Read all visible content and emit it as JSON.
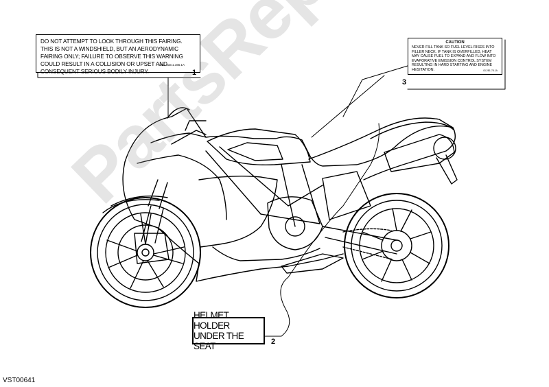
{
  "labels": {
    "fairing_warning": {
      "text": "DO NOT ATTEMPT TO LOOK THROUGH THIS FAIRING. THIS IS NOT A WINDSHIELD, BUT AN AERODYNAMIC FAIRING ONLY; FAILURE TO OBSERVE THIS WARNING COULD RESULT IN A COLLISION OR UPSET AND CONSEQUENT SERIOUS BODILY INJURY.",
      "code": "Cod. 433.1.165.1A",
      "number": "1"
    },
    "helmet_holder": {
      "line1": "HELMET HOLDER",
      "line2": "UNDER THE SEAT",
      "number": "2"
    },
    "fuel_caution": {
      "header": "CAUTION",
      "text": "NEVER FILL TANK SO FUEL LEVEL RISES INTO FILLER NECK. IF TANK IS OVERFILLED, HEAT MAY CAUSE FUEL TO EXPAND AND FLOW INTO EVAPORATIVE EMISSION CONTROL SYSTEM RESULTING IN HARD STARTING AND ENGINE HESITATION.",
      "code": "43.2B1.78.1A",
      "number": "3"
    }
  },
  "watermark": "PartsRepublik",
  "reference": "VST00641"
}
